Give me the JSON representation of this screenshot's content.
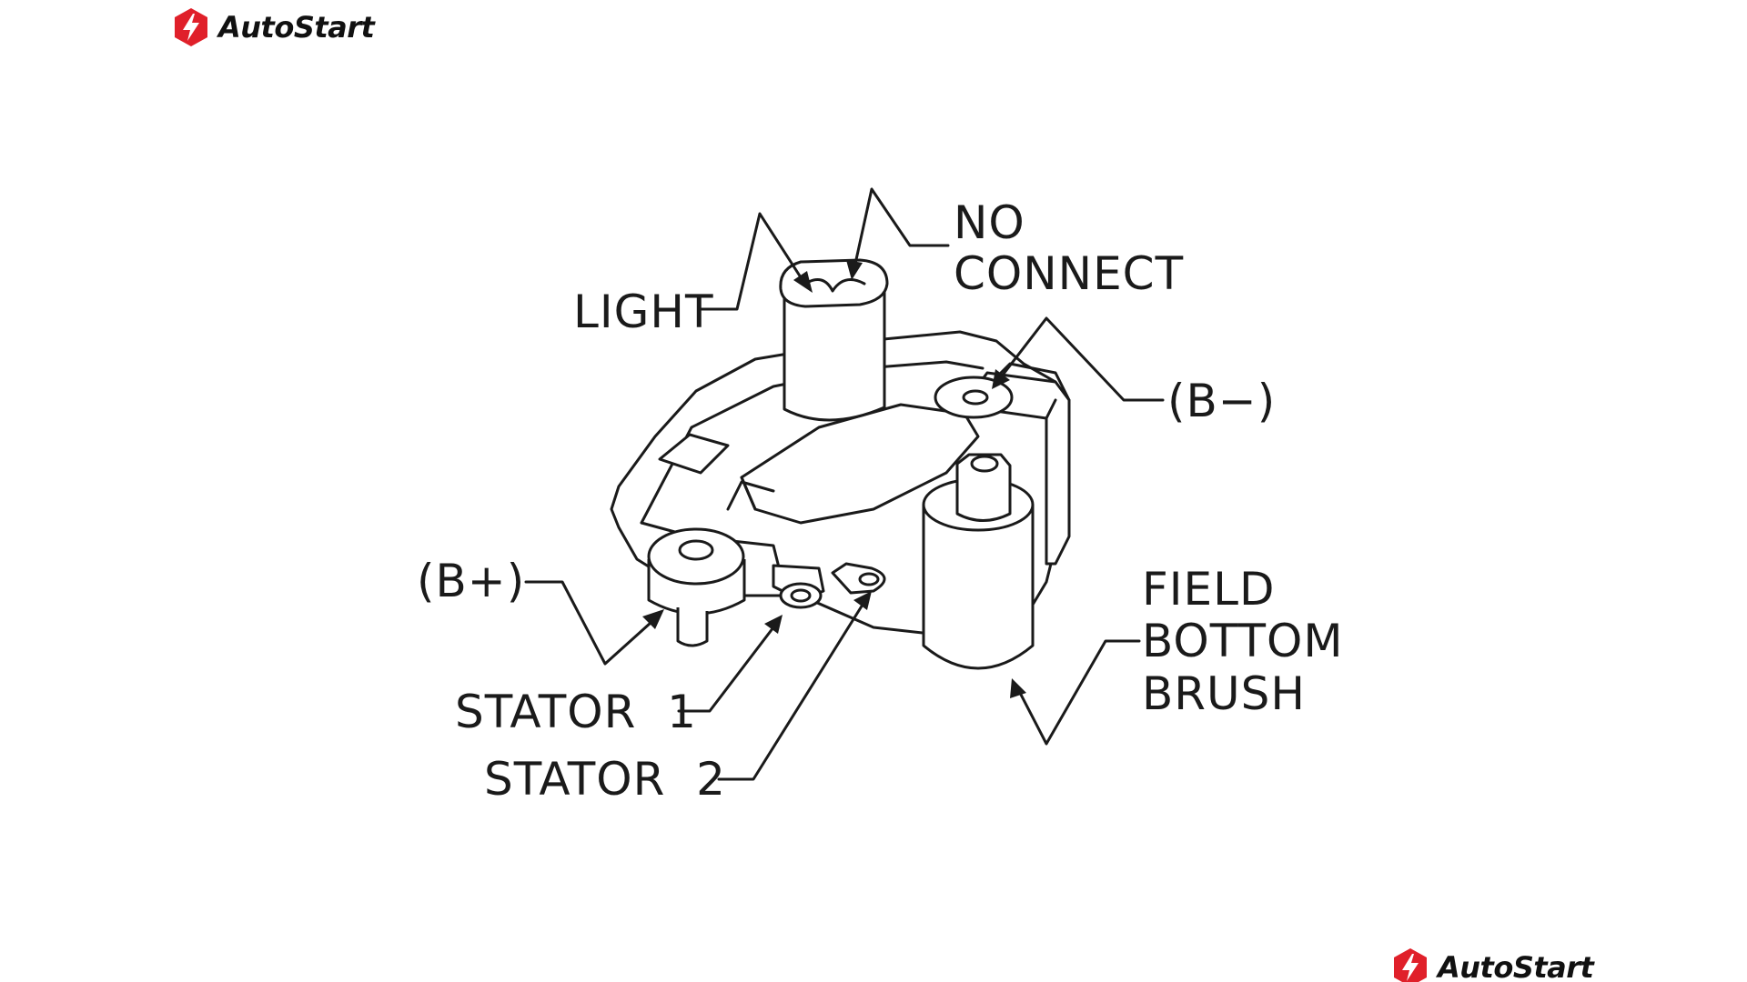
{
  "brand": {
    "name": "AutoStart",
    "color": "#e0202a",
    "icon": "autostart-logo-icon"
  },
  "diagram": {
    "labels": {
      "light": "LIGHT",
      "no_connect_1": "NO",
      "no_connect_2": "CONNECT",
      "b_minus": "(B−)",
      "b_plus": "(B+)",
      "field_1": "FIELD",
      "field_2": "BOTTOM",
      "field_3": "BRUSH",
      "stator_1": "STATOR  1",
      "stator_2": "STATOR  2"
    }
  }
}
